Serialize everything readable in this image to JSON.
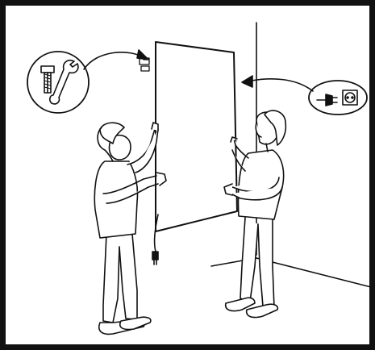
{
  "illustration": {
    "stroke_color": "#111111",
    "background_color": "#ffffff",
    "border_color": "#111111",
    "figures": [
      "person-left",
      "person-right"
    ],
    "callouts": [
      {
        "name": "screw-and-wrench-callout",
        "icons": [
          "bolt-icon",
          "wrench-icon"
        ],
        "points_to": "wall-bracket"
      },
      {
        "name": "plug-and-socket-callout",
        "icons": [
          "plug-icon",
          "socket-icon"
        ],
        "points_to": "panel-back"
      }
    ],
    "objects": [
      "heater-panel",
      "wall-bracket",
      "power-cord",
      "room-corner"
    ]
  }
}
